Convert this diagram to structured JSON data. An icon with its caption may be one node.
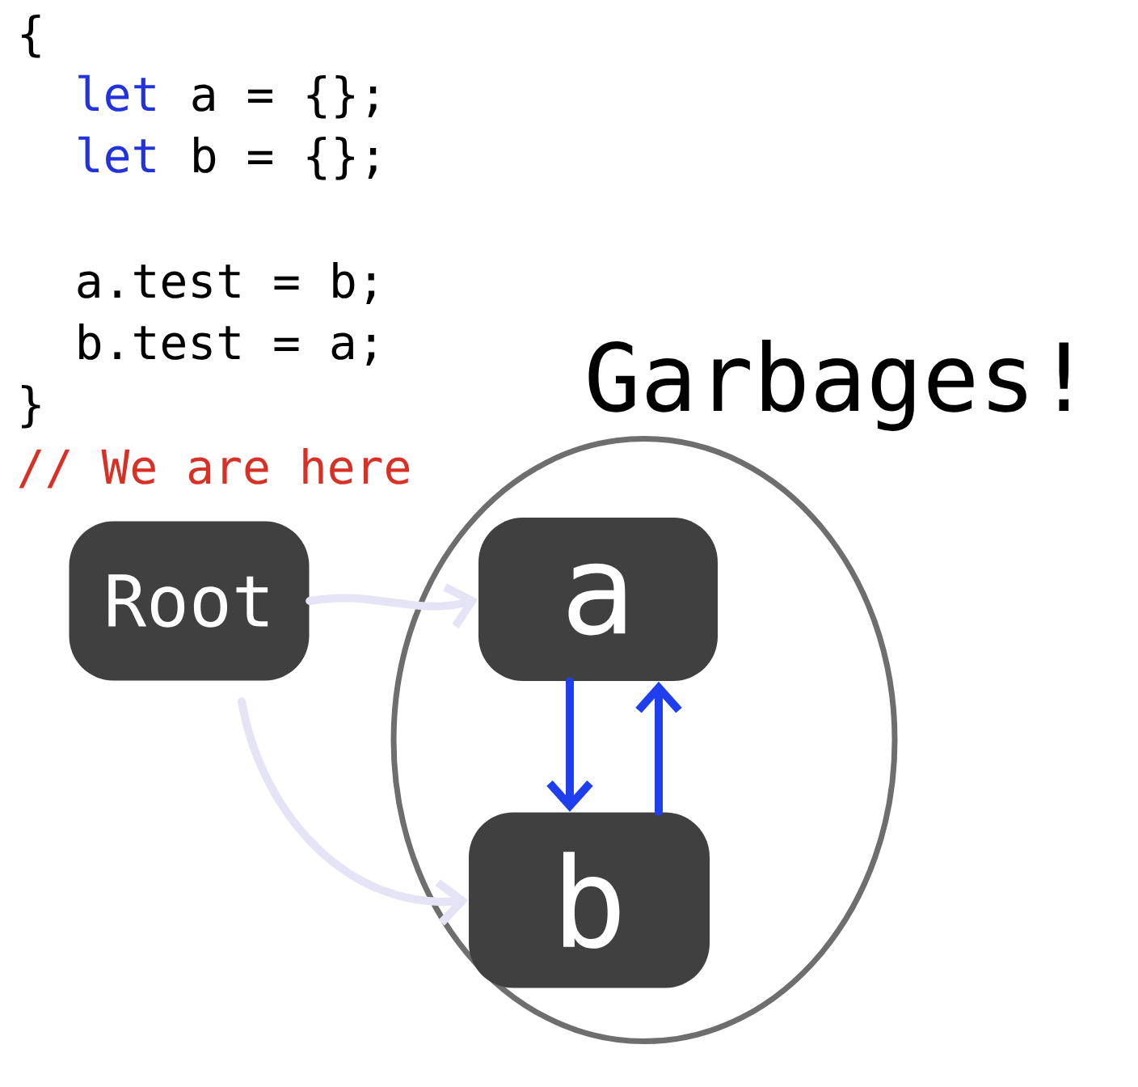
{
  "diagram": {
    "nodes": [
      {
        "text": [
          "Root"
        ]
      },
      {
        "text": [
          "Garbages!"
        ]
      },
      {
        "text": [
          "a"
        ],
        "in": 1
      },
      {
        "text": [
          "b"
        ],
        "in": 1
      }
    ],
    "edges": [
      {
        "from": 0,
        "to": 2,
        "arrow": "to",
        "color": "#e4e4f6"
      },
      {
        "from": 0,
        "to": 3,
        "arrow": "to",
        "color": "#e4e4f6"
      },
      {
        "from": 2,
        "to": 3,
        "arrow": "to",
        "color": "#1f3fef"
      },
      {
        "from": 3,
        "to": 2,
        "arrow": "to",
        "color": "#1f3fef"
      }
    ],
    "labels": [
      "{",
      "let",
      "a = {};",
      "let",
      "b = {};",
      "a.test = b;",
      "b.test = a;",
      "}",
      "// We are here"
    ]
  }
}
